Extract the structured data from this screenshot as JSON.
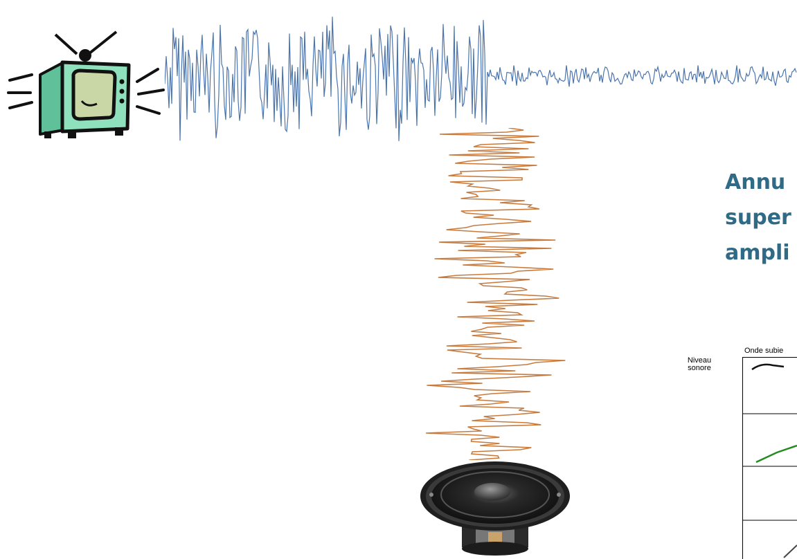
{
  "slide": {
    "heading_lines": [
      "Annu",
      "super",
      "ampli"
    ],
    "heading_color": "#2f6b86",
    "waveform_colors": {
      "signal": "#4a74ad",
      "inverted_signal": "#c87a3c"
    },
    "icons": [
      "television-icon",
      "loudspeaker-icon"
    ]
  },
  "graph": {
    "title": "Onde subie",
    "ylabel_lines": [
      "Niveau",
      "sonore"
    ],
    "curve_colors": [
      "#111111",
      "#228b22",
      "#444444"
    ]
  }
}
